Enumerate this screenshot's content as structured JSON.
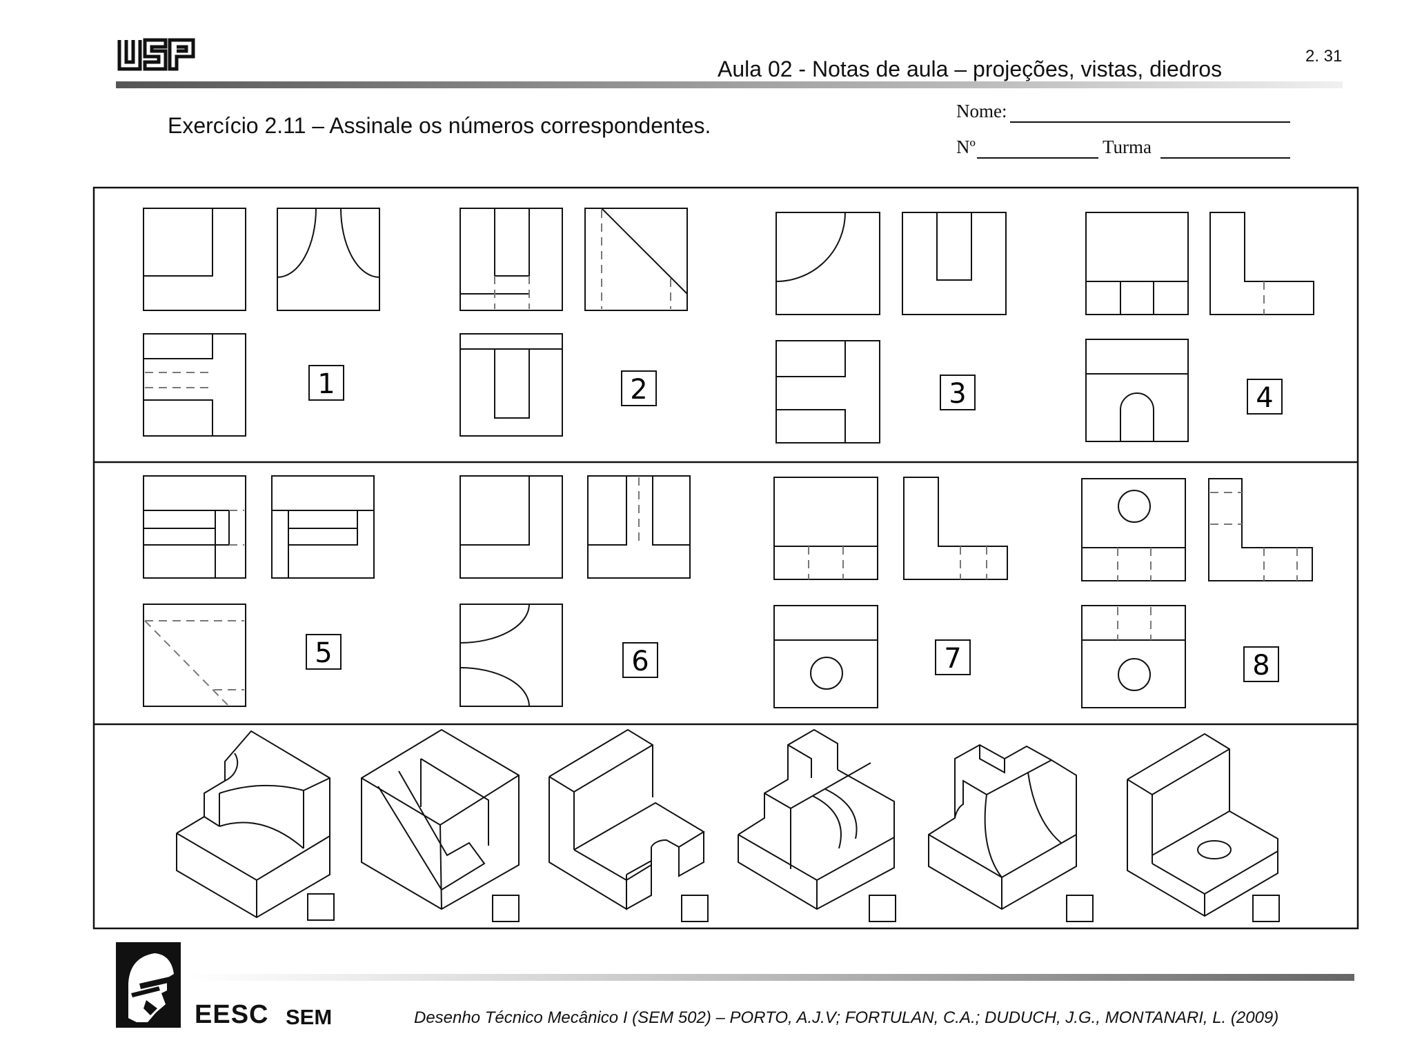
{
  "header": {
    "logo_text": "USP",
    "title": "Aula 02 - Notas de aula – projeções, vistas, diedros",
    "page_number": "2. 31"
  },
  "exercise": {
    "instruction": "Exercício 2.11 –  Assinale os números correspondentes."
  },
  "form": {
    "name_label": "Nome:",
    "number_label": "Nº",
    "class_label": "Turma"
  },
  "view_sets": [
    {
      "number": "1"
    },
    {
      "number": "2"
    },
    {
      "number": "3"
    },
    {
      "number": "4"
    },
    {
      "number": "5"
    },
    {
      "number": "6"
    },
    {
      "number": "7"
    },
    {
      "number": "8"
    }
  ],
  "footer": {
    "logo_text": "EESC",
    "department": "SEM",
    "citation": "Desenho Técnico Mecânico I (SEM 502) – PORTO, A.J.V; FORTULAN, C.A.; DUDUCH, J.G., MONTANARI, L. (2009)"
  }
}
